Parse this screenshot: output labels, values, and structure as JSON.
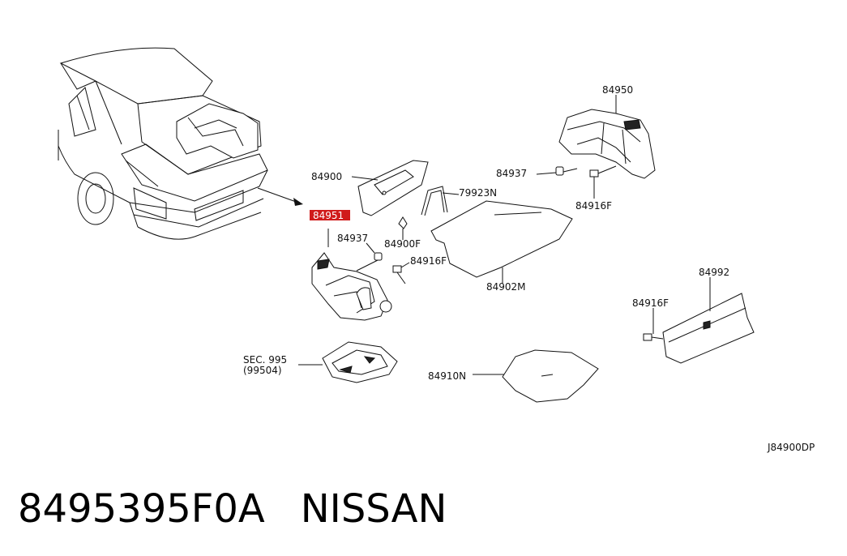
{
  "diagram": {
    "callouts": {
      "p84950": "84950",
      "p84900": "84900",
      "p84937_top": "84937",
      "p79923N": "79923N",
      "p84916F_top": "84916F",
      "p84951": "84951",
      "p84937_mid": "84937",
      "p84900F": "84900F",
      "p84916F_mid": "84916F",
      "p84902M": "84902M",
      "p84992": "84992",
      "p84916F_right": "84916F",
      "sec995": "SEC. 995",
      "sec995_ref": "(99504)",
      "p84910N": "84910N"
    },
    "highlight_color": "#d01a1a",
    "diagram_code": "J84900DP"
  },
  "caption": {
    "part_number": "8495395F0A",
    "brand": "NISSAN"
  }
}
